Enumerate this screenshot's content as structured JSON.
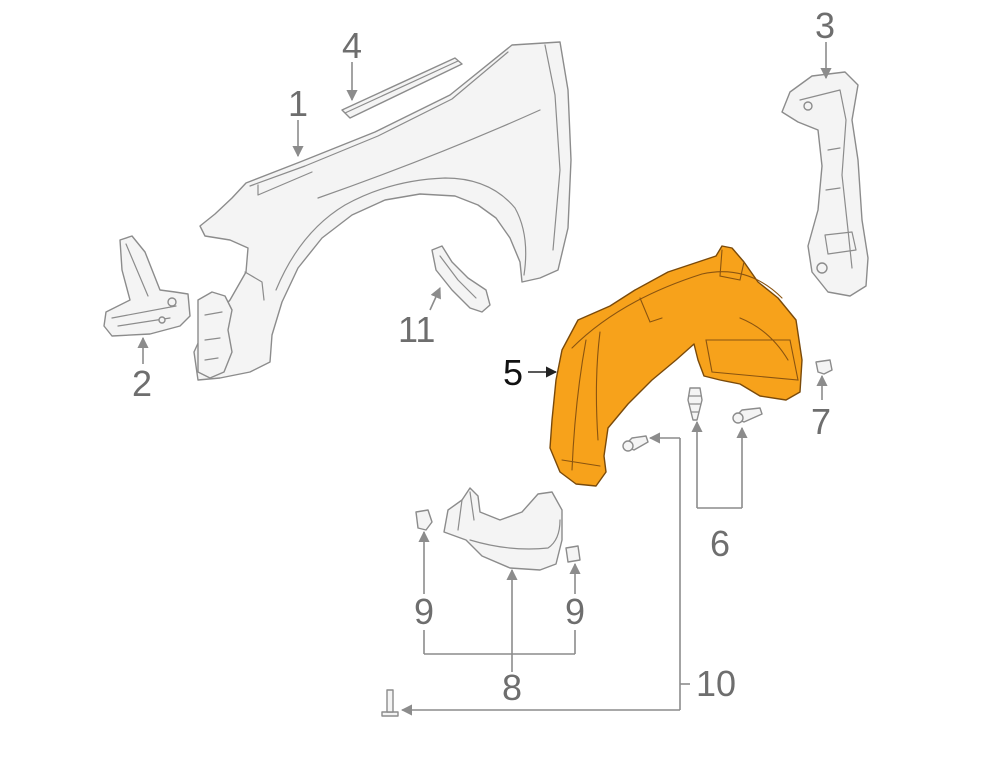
{
  "highlight_color": "#f7a21b",
  "line_color": "#8c8c8c",
  "callouts": {
    "c1": "1",
    "c2": "2",
    "c3": "3",
    "c4": "4",
    "c5": "5",
    "c6": "6",
    "c7": "7",
    "c8": "8",
    "c9_left": "9",
    "c9_right": "9",
    "c10": "10",
    "c11": "11"
  },
  "highlighted_part": "5"
}
